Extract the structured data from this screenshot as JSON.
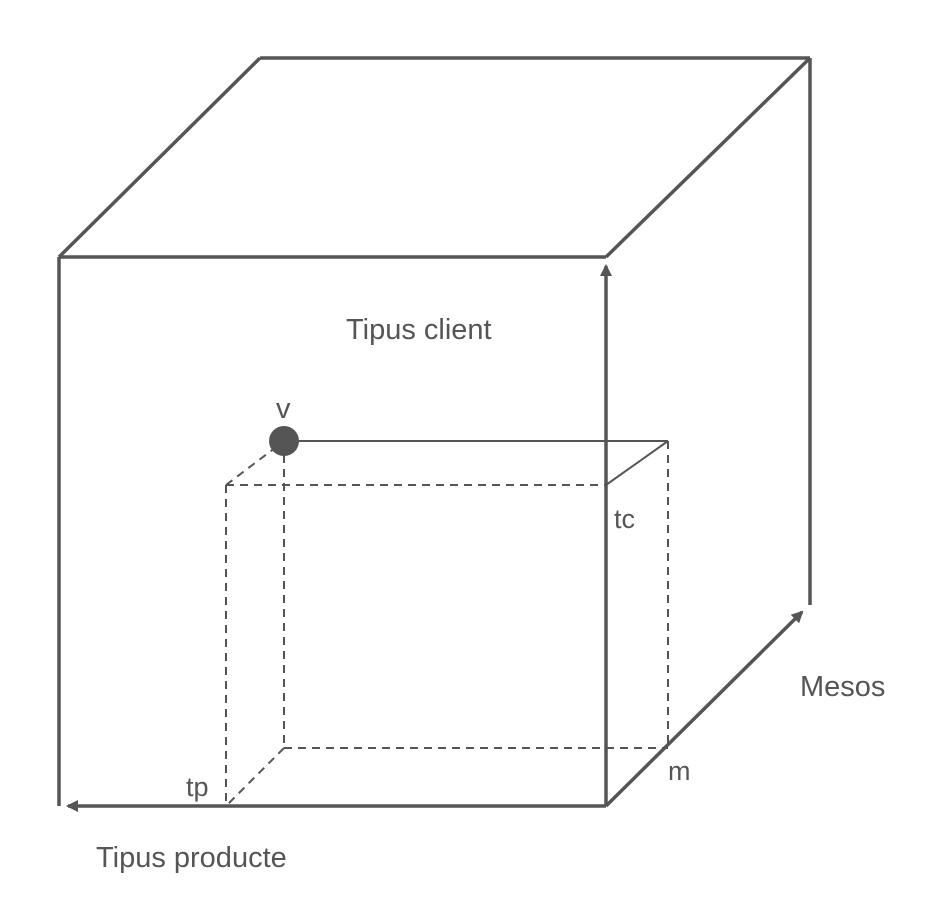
{
  "diagram": {
    "labels": {
      "tipus_client": "Tipus client",
      "tipus_producte": "Tipus producte",
      "mesos": "Mesos",
      "point_v": "v",
      "coord_tc": "tc",
      "coord_tp": "tp",
      "coord_m": "m"
    },
    "colors": {
      "stroke": "#555555",
      "point": "#555555",
      "text": "#555555"
    }
  }
}
